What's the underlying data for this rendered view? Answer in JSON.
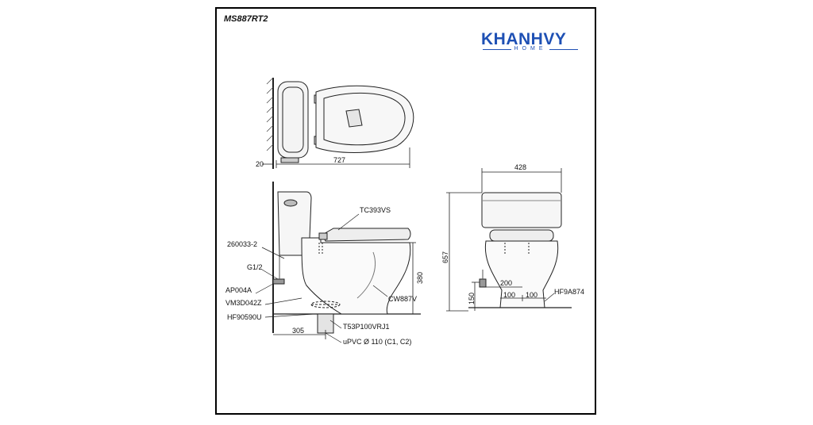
{
  "model_code": "MS887RT2",
  "brand": {
    "name": "KHANHVY",
    "sub": "HOME",
    "color": "#1e50b4"
  },
  "dimensions": {
    "wall_gap": "20",
    "length": "727",
    "width": "428",
    "height": "657",
    "seat_height": "380",
    "rough_in": "305",
    "supply_height": "150",
    "supply_offset": "200",
    "foot_left": "100",
    "foot_right": "100"
  },
  "parts": {
    "seat": "TC393VS",
    "valve": "260033-2",
    "inlet": "G1/2",
    "angle_valve": "AP004A",
    "hose": "VM3D042Z",
    "flange": "HF90590U",
    "bowl": "CW887V",
    "drain": "T53P100VRJ1",
    "pipe": "uPVC Ø 110 (C1, C2)",
    "bolts": "HF9A874"
  }
}
